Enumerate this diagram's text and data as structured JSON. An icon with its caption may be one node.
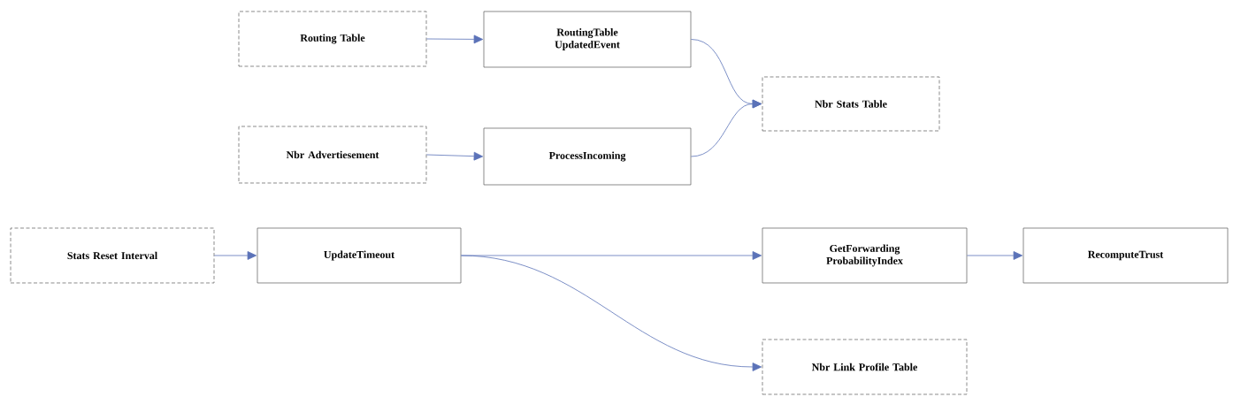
{
  "diagram": {
    "nodes": [
      {
        "text": [
          "Routing Table"
        ]
      },
      {
        "text": [
          "RoutingTable UpdatedEvent"
        ]
      },
      {
        "text": [
          "Nbr Stats Table"
        ]
      },
      {
        "text": [
          "Nbr Advertiesement"
        ]
      },
      {
        "text": [
          "ProcessIncoming"
        ]
      },
      {
        "text": [
          "Stats Reset Interval"
        ]
      },
      {
        "text": [
          "UpdateTimeout"
        ]
      },
      {
        "text": [
          "GetForwarding ProbabilityIndex"
        ]
      },
      {
        "text": [
          "RecomputeTrust"
        ]
      },
      {
        "text": [
          "Nbr Link Profile Table"
        ]
      }
    ],
    "edges": [
      {
        "from": 0,
        "to": 1,
        "arrow": "to"
      },
      {
        "from": 1,
        "to": 2,
        "arrow": "to"
      },
      {
        "from": 3,
        "to": 4,
        "arrow": "to"
      },
      {
        "from": 4,
        "to": 2,
        "arrow": "to"
      },
      {
        "from": 5,
        "to": 6,
        "arrow": "to"
      },
      {
        "from": 6,
        "to": 7,
        "arrow": "to"
      },
      {
        "from": 7,
        "to": 8,
        "arrow": "to"
      },
      {
        "from": 6,
        "to": 9,
        "arrow": "to"
      }
    ]
  }
}
